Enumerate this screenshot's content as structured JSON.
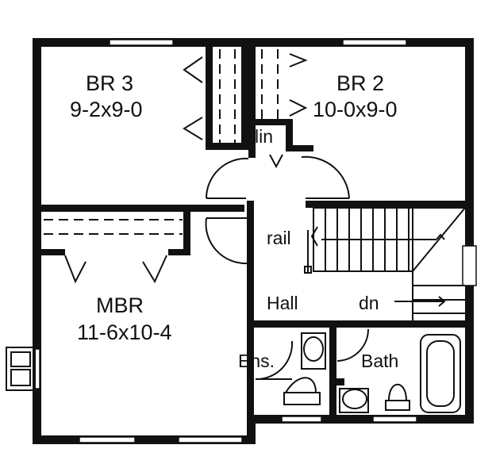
{
  "plan": {
    "rooms": {
      "br3": {
        "name": "BR 3",
        "dims": "9-2x9-0"
      },
      "br2": {
        "name": "BR 2",
        "dims": "10-0x9-0"
      },
      "mbr": {
        "name": "MBR",
        "dims": "11-6x10-4"
      },
      "hall": {
        "name": "Hall"
      },
      "ens": {
        "name": "Ens."
      },
      "bath": {
        "name": "Bath"
      }
    },
    "labels": {
      "linen": "lin",
      "rail": "rail",
      "down": "dn"
    }
  }
}
